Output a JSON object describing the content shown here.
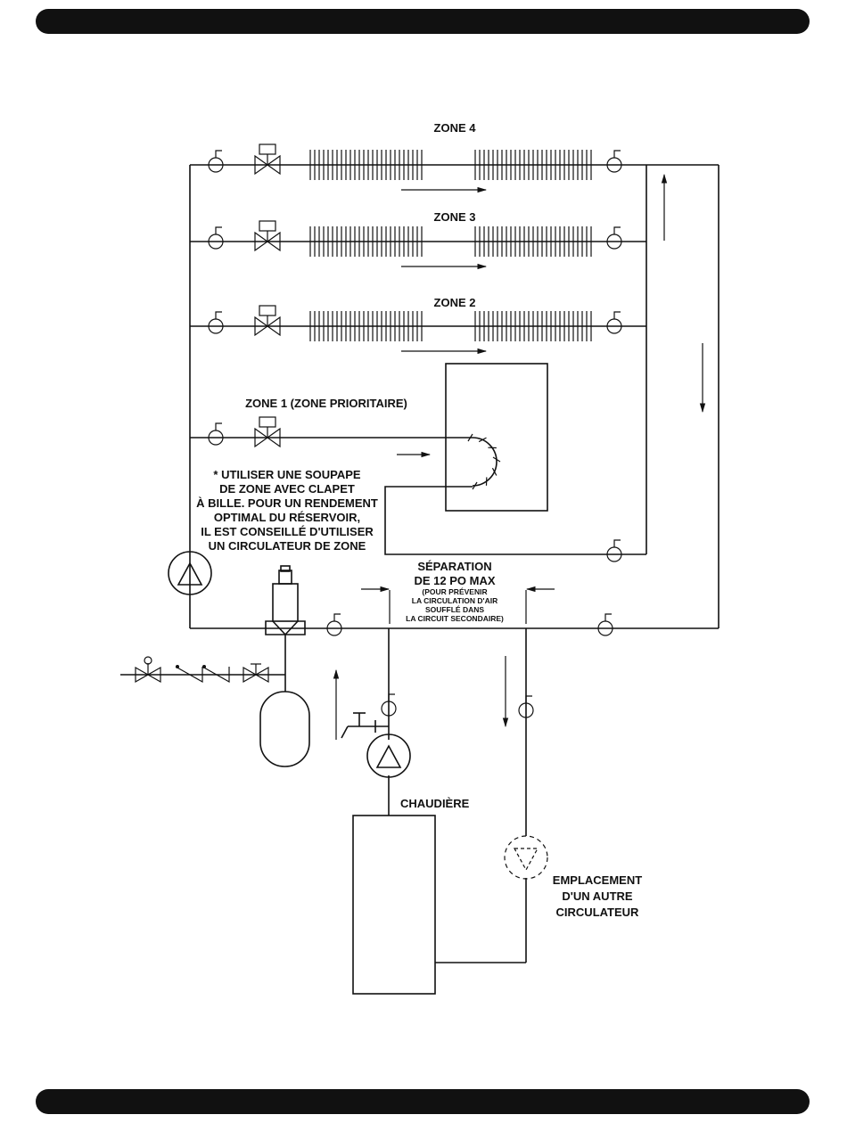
{
  "zones": {
    "zone4": "ZONE 4",
    "zone3": "ZONE 3",
    "zone2": "ZONE 2",
    "zone1": "ZONE 1 (ZONE PRIORITAIRE)"
  },
  "note": [
    "* UTILISER UNE SOUPAPE",
    "DE ZONE AVEC CLAPET",
    "À BILLE. POUR UN RENDEMENT",
    "OPTIMAL DU RÉSERVOIR,",
    "IL EST CONSEILLÉ D'UTILISER",
    "UN CIRCULATEUR DE ZONE"
  ],
  "separation": {
    "title1": "SÉPARATION",
    "title2": "DE 12 PO MAX",
    "sub": [
      "(POUR PRÉVENIR",
      "LA CIRCULATION D'AIR",
      "SOUFFLÉ DANS",
      "LA CIRCUIT SECONDAIRE)"
    ]
  },
  "boiler": "CHAUDIÈRE",
  "alt_pump": [
    "EMPLACEMENT",
    "D'UN AUTRE",
    "CIRCULATEUR"
  ]
}
